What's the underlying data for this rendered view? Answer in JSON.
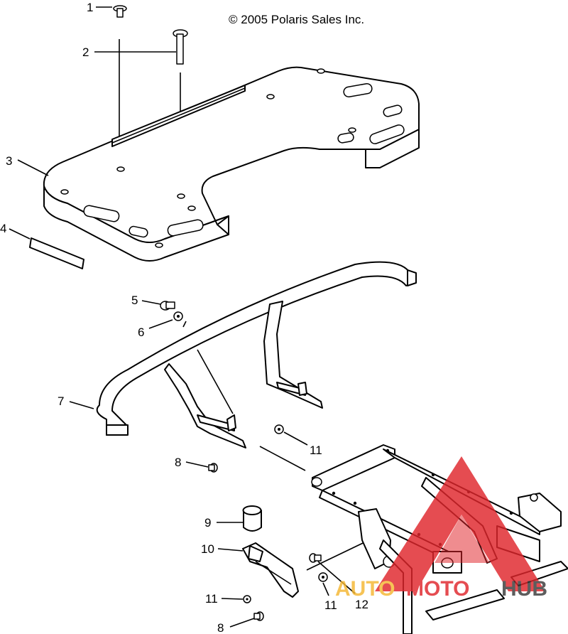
{
  "copyright": "© 2005 Polaris Sales Inc.",
  "callouts": [
    {
      "id": "1",
      "label": "1"
    },
    {
      "id": "2",
      "label": "2"
    },
    {
      "id": "3",
      "label": "3"
    },
    {
      "id": "4",
      "label": "4"
    },
    {
      "id": "5",
      "label": "5"
    },
    {
      "id": "6",
      "label": "6"
    },
    {
      "id": "7",
      "label": "7"
    },
    {
      "id": "8a",
      "label": "8"
    },
    {
      "id": "9",
      "label": "9"
    },
    {
      "id": "10",
      "label": "10"
    },
    {
      "id": "11a",
      "label": "11"
    },
    {
      "id": "11b",
      "label": "11"
    },
    {
      "id": "11c",
      "label": "11"
    },
    {
      "id": "12",
      "label": "12"
    },
    {
      "id": "8b",
      "label": "8"
    }
  ],
  "watermark": {
    "part1": "AUTO",
    "part2": "MOTO",
    "part3": "HUB",
    "color_primary": "#e0262c",
    "color_accent": "#f5b731",
    "color_dark": "#3a3a3a"
  }
}
